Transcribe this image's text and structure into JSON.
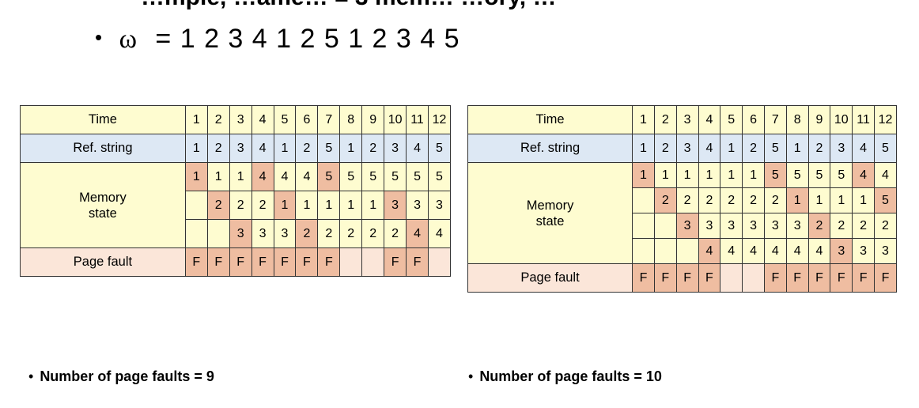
{
  "heading_partial": "…mple, …ame… = 3 mem… …ory, …",
  "formula": {
    "bullet": "•",
    "symbol": "ω",
    "text": "= 1 2 3 4 1 2 5 1 2 3 4 5"
  },
  "table1": {
    "time_label": "Time",
    "ref_label": "Ref. string",
    "memory_label": "Memory state",
    "fault_label": "Page fault",
    "time": [
      "1",
      "2",
      "3",
      "4",
      "5",
      "6",
      "7",
      "8",
      "9",
      "10",
      "11",
      "12"
    ],
    "ref": [
      "1",
      "2",
      "3",
      "4",
      "1",
      "2",
      "5",
      "1",
      "2",
      "3",
      "4",
      "5"
    ],
    "memory": [
      [
        "1",
        "1",
        "1",
        "4",
        "4",
        "4",
        "5",
        "5",
        "5",
        "5",
        "5",
        "5"
      ],
      [
        "",
        "2",
        "2",
        "2",
        "1",
        "1",
        "1",
        "1",
        "1",
        "3",
        "3",
        "3"
      ],
      [
        "",
        "",
        "3",
        "3",
        "3",
        "2",
        "2",
        "2",
        "2",
        "2",
        "4",
        "4"
      ]
    ],
    "memory_highlight": [
      [
        1,
        0,
        0,
        1,
        0,
        0,
        1,
        0,
        0,
        0,
        0,
        0
      ],
      [
        0,
        1,
        0,
        0,
        1,
        0,
        0,
        0,
        0,
        1,
        0,
        0
      ],
      [
        0,
        0,
        1,
        0,
        0,
        1,
        0,
        0,
        0,
        0,
        1,
        0
      ]
    ],
    "faults": [
      "F",
      "F",
      "F",
      "F",
      "F",
      "F",
      "F",
      "",
      "",
      "F",
      "F",
      ""
    ]
  },
  "table2": {
    "time_label": "Time",
    "ref_label": "Ref. string",
    "memory_label": "Memory state",
    "fault_label": "Page fault",
    "time": [
      "1",
      "2",
      "3",
      "4",
      "5",
      "6",
      "7",
      "8",
      "9",
      "10",
      "11",
      "12"
    ],
    "ref": [
      "1",
      "2",
      "3",
      "4",
      "1",
      "2",
      "5",
      "1",
      "2",
      "3",
      "4",
      "5"
    ],
    "memory": [
      [
        "1",
        "1",
        "1",
        "1",
        "1",
        "1",
        "5",
        "5",
        "5",
        "5",
        "4",
        "4"
      ],
      [
        "",
        "2",
        "2",
        "2",
        "2",
        "2",
        "2",
        "1",
        "1",
        "1",
        "1",
        "5"
      ],
      [
        "",
        "",
        "3",
        "3",
        "3",
        "3",
        "3",
        "3",
        "2",
        "2",
        "2",
        "2"
      ],
      [
        "",
        "",
        "",
        "4",
        "4",
        "4",
        "4",
        "4",
        "4",
        "3",
        "3",
        "3"
      ]
    ],
    "memory_highlight": [
      [
        1,
        0,
        0,
        0,
        0,
        0,
        1,
        0,
        0,
        0,
        1,
        0
      ],
      [
        0,
        1,
        0,
        0,
        0,
        0,
        0,
        1,
        0,
        0,
        0,
        1
      ],
      [
        0,
        0,
        1,
        0,
        0,
        0,
        0,
        0,
        1,
        0,
        0,
        0
      ],
      [
        0,
        0,
        0,
        1,
        0,
        0,
        0,
        0,
        0,
        1,
        0,
        0
      ]
    ],
    "faults": [
      "F",
      "F",
      "F",
      "F",
      "",
      "",
      "F",
      "F",
      "F",
      "F",
      "F",
      "F"
    ]
  },
  "notes": {
    "bullet": "•",
    "faults1": "Number of page faults = 9",
    "faults2": "Number of page faults = 10"
  },
  "colors": {
    "yellow": "#fefcd0",
    "blue": "#dde8f4",
    "peach": "#fbe6d9",
    "highlight": "#efbda1"
  }
}
